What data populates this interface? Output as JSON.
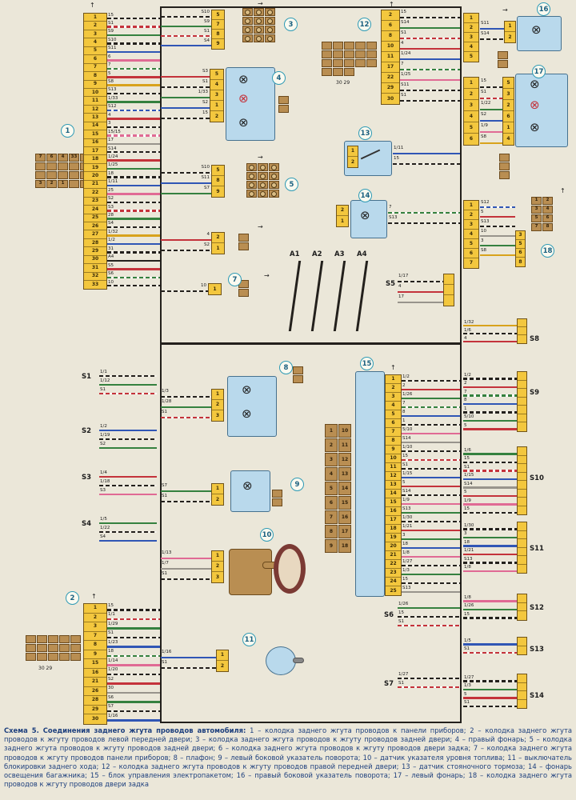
{
  "caption": {
    "title": "Схема 5. Соединения заднего жгута проводов автомобиля:",
    "legend": [
      "1 – колодка заднего жгута проводов к панели приборов;",
      "2 – колодка заднего жгута проводов к жгуту проводов левой передней двери;",
      "3 – колодка заднего жгута проводов к жгуту проводов задней двери;",
      "4 – правый фонарь;",
      "5 – колодка заднего жгута проводов к жгуту проводов задней двери;",
      "6 – колодка заднего жгута проводов к жгуту проводов двери задка;",
      "7 – колодка заднего жгута проводов к жгуту проводов панели приборов;",
      "8 – плафон;",
      "9 – левый боковой указатель поворота;",
      "10 – датчик указателя уровня топлива;",
      "11 – выключатель блокировки заднего хода;",
      "12 – колодка заднего жгута проводов к жгуту проводов правой передней двери;",
      "13 – датчик стояночного тормоза;",
      "14 – фонарь освещения багажника;",
      "15 – блок управления электропакетом;",
      "16 – правый боковой указатель поворота;",
      "17 – левый фонарь;",
      "18 – колодка заднего жгута проводов к жгуту проводов двери задка"
    ]
  },
  "labels": {
    "s1": "S1",
    "s2": "S2",
    "s3": "S3",
    "s4": "S4",
    "s5": "S5",
    "s6": "S6",
    "s7": "S7",
    "s8": "S8",
    "s9": "S9",
    "s10": "S10",
    "s11": "S11",
    "s12": "S12",
    "s13": "S13",
    "s14": "S14",
    "a1": "A1",
    "a2": "A2",
    "a3": "A3",
    "a4": "A4",
    "x2_pins": "30  29",
    "x2b_pins": "30  29"
  },
  "circles": {
    "c1": "1",
    "c2": "2",
    "c3": "3",
    "c4": "4",
    "c5": "5",
    "c7": "7",
    "c8": "8",
    "c9": "9",
    "c10": "10",
    "c11": "11",
    "c12": "12",
    "c13": "13",
    "c14": "14",
    "c15": "15",
    "c16": "16",
    "c17": "17",
    "c18": "18"
  },
  "icons": {
    "bulb": "⊗",
    "arrow_up": "↑",
    "arrow_right": "→"
  },
  "colors": {
    "connector_yellow": "#f3c73e",
    "connector_brown": "#b98e52",
    "component_blue": "#b9d9ec",
    "circle_accent": "#2e9ab5",
    "caption_text": "#1d3f7d",
    "wire_black": "#23201c",
    "wire_red": "#c4333b",
    "wire_green": "#35813f",
    "wire_blue": "#3056b5",
    "wire_pink": "#e06a94",
    "wire_yellow": "#d8a21c",
    "wire_gray": "#98948c"
  },
  "strips": {
    "s1": [
      "1",
      "2",
      "3",
      "4",
      "5",
      "6",
      "7",
      "8",
      "9",
      "10",
      "11",
      "12",
      "13",
      "14",
      "15",
      "16",
      "17",
      "18",
      "19",
      "20",
      "21",
      "22",
      "23",
      "24",
      "25",
      "26",
      "27",
      "28",
      "29",
      "30",
      "31",
      "32",
      "33"
    ],
    "s2": [
      "1",
      "2",
      "3",
      "7",
      "8",
      "9",
      "15",
      "16",
      "21",
      "26",
      "28",
      "29",
      "30"
    ],
    "s12": [
      "2",
      "6",
      "8",
      "10",
      "11",
      "17",
      "22",
      "29",
      "30"
    ],
    "s15": [
      "1",
      "2",
      "3",
      "4",
      "5",
      "6",
      "7",
      "8",
      "9",
      "10",
      "11",
      "12",
      "13",
      "14",
      "15",
      "16",
      "17",
      "18",
      "19",
      "20",
      "21",
      "22",
      "23",
      "24",
      "25"
    ],
    "s3c": [
      "5",
      "7",
      "8",
      "9"
    ],
    "s4c": [
      "5",
      "4",
      "3",
      "1",
      "2"
    ],
    "s5c": [
      "5",
      "8",
      "9"
    ],
    "s6c": [
      "2",
      "1"
    ],
    "s7c": [
      "1"
    ],
    "s8c": [
      "1",
      "2",
      "3"
    ],
    "s9c": [
      "1",
      "2"
    ],
    "s10c": [
      "1",
      "2",
      "3"
    ],
    "s11c": [
      "1",
      "2"
    ],
    "s13c": [
      "1",
      "2"
    ],
    "s14c": [
      "2",
      "1"
    ],
    "s16c": [
      "1",
      "2"
    ],
    "s17c": [
      "5",
      "3",
      "2",
      "6",
      "1",
      "4"
    ],
    "s18c": [
      "3",
      "5",
      "6",
      "8"
    ],
    "rs1": [
      "1",
      "2",
      "3",
      "4",
      "5"
    ],
    "rs2": [
      "1",
      "2",
      "3",
      "4",
      "5",
      "6"
    ],
    "rs3": [
      "1",
      "2",
      "3",
      "4",
      "5",
      "6",
      "7"
    ],
    "s5e": [
      "",
      "",
      ""
    ],
    "e8": [
      "",
      "",
      ""
    ],
    "e9": [
      "",
      "",
      "",
      "",
      "",
      "",
      ""
    ],
    "e10": [
      "",
      "",
      "",
      "",
      "",
      "",
      "",
      ""
    ],
    "e11": [
      "",
      "",
      "",
      "",
      "",
      ""
    ],
    "e12": [
      "",
      "",
      ""
    ],
    "e13": [
      "",
      ""
    ],
    "e14": [
      "",
      "",
      "",
      ""
    ]
  },
  "grids": {
    "x1": [
      "7",
      "6",
      "4",
      "33",
      "",
      "",
      "",
      "",
      "",
      "",
      "",
      "",
      "",
      "",
      "",
      "3",
      "2",
      "1",
      "",
      ""
    ],
    "x2": [
      "",
      "",
      "",
      "",
      "",
      "",
      "",
      "",
      "",
      "",
      "",
      "",
      "",
      "",
      "",
      "",
      "",
      ""
    ],
    "x2b": [
      "",
      "",
      "",
      "",
      "",
      "",
      "",
      "",
      "",
      "",
      "",
      "",
      "",
      "",
      ""
    ],
    "g3": [
      "",
      "",
      "",
      "",
      "",
      "",
      "",
      "",
      "",
      "",
      "",
      ""
    ],
    "g5": [
      "",
      "",
      "",
      "",
      "",
      "",
      "",
      "",
      "",
      "",
      "",
      ""
    ],
    "g15": [
      "1",
      "10",
      "2",
      "11",
      "3",
      "12",
      "4",
      "13",
      "5",
      "14",
      "6",
      "15",
      "7",
      "16",
      "8",
      "17",
      "9",
      "18"
    ],
    "g18": [
      "1",
      "2",
      "3",
      "4",
      "5",
      "6",
      "7",
      "8"
    ],
    "b2": [
      "",
      ""
    ],
    "b3": [
      "",
      "",
      ""
    ]
  },
  "wires": {
    "w1": [
      [
        "15",
        "bw"
      ],
      [
        "S1",
        "rw"
      ],
      [
        "S9",
        "gn"
      ],
      [
        "S10",
        "bw"
      ],
      [
        "S11",
        "bl"
      ],
      [
        "6",
        "pk"
      ],
      [
        "7",
        "gw"
      ],
      [
        "5",
        "rd"
      ],
      [
        "S8",
        "yl"
      ],
      [
        "S13",
        "bw"
      ],
      [
        "1/33",
        "gn"
      ],
      [
        "S12",
        "blw"
      ],
      [
        "4",
        "rd"
      ],
      [
        "3",
        "bw"
      ],
      [
        "15/15",
        "pw"
      ],
      [
        "17",
        "gy"
      ],
      [
        "S14",
        "bw"
      ],
      [
        "1/24",
        "rd"
      ],
      [
        "1/25",
        "gn"
      ],
      [
        "18",
        "bw"
      ],
      [
        "1/11",
        "bl"
      ],
      [
        "25",
        "pk"
      ],
      [
        "S2",
        "bw"
      ],
      [
        "S3",
        "rw"
      ],
      [
        "28",
        "gn"
      ],
      [
        "S4",
        "bw"
      ],
      [
        "1/32",
        "yl"
      ],
      [
        "1/2",
        "bl"
      ],
      [
        "31",
        "bw"
      ],
      [
        "A4",
        "bk"
      ],
      [
        "S5",
        "rd"
      ],
      [
        "S6",
        "gw"
      ],
      [
        "10",
        "bw"
      ]
    ],
    "w2": [
      [
        "S10",
        "bw"
      ],
      [
        "S9",
        "gn"
      ],
      [
        "S1",
        "rw"
      ],
      [
        "S4",
        "bl"
      ]
    ],
    "w3": [
      [
        "S3",
        "rd"
      ],
      [
        "S1",
        "bw"
      ],
      [
        "1/33",
        "gn"
      ],
      [
        "S2",
        "bl"
      ],
      [
        "15",
        "bw"
      ]
    ],
    "w4": [
      [
        "S10",
        "bw"
      ],
      [
        "S11",
        "bl"
      ],
      [
        "S7",
        "gn"
      ]
    ],
    "w5": [
      [
        "4",
        "rd"
      ],
      [
        "S2",
        "bw"
      ]
    ],
    "w6": [
      [
        "10",
        "bw"
      ]
    ],
    "w12": [
      [
        "15",
        "bw"
      ],
      [
        "S14",
        "gn"
      ],
      [
        "S1",
        "rw"
      ],
      [
        "4",
        "rd"
      ],
      [
        "1/24",
        "bl"
      ],
      [
        "7",
        "gw"
      ],
      [
        "1/25",
        "pk"
      ],
      [
        "S11",
        "bw"
      ],
      [
        "S1",
        "bw"
      ]
    ],
    "w13": [
      [
        "1/11",
        "bl"
      ],
      [
        "15",
        "bw"
      ]
    ],
    "w14": [
      [
        "7",
        "gw"
      ],
      [
        "S13",
        "bw"
      ]
    ],
    "w5b": [
      [
        "1/17",
        "bw"
      ],
      [
        "4",
        "rd"
      ],
      [
        "17",
        "gy"
      ]
    ],
    "w16": [
      [
        "S11",
        "bl"
      ],
      [
        "S14",
        "bw"
      ]
    ],
    "w17": [
      [
        "15",
        "bw"
      ],
      [
        "S1",
        "rw"
      ],
      [
        "1/22",
        "gn"
      ],
      [
        "S2",
        "bl"
      ],
      [
        "1/9",
        "pk"
      ],
      [
        "S8",
        "yl"
      ]
    ],
    "w18": [
      [
        "S12",
        "blw"
      ],
      [
        "5",
        "rd"
      ],
      [
        "S13",
        "bw"
      ],
      [
        "10",
        "gy"
      ],
      [
        "3",
        "gn"
      ],
      [
        "S8",
        "yl"
      ]
    ],
    "ws8": [
      [
        "1/32",
        "yl"
      ],
      [
        "1/6",
        "bw"
      ],
      [
        "4",
        "rd"
      ]
    ],
    "ws9": [
      [
        "1/2",
        "bw"
      ],
      [
        "2",
        "rd"
      ],
      [
        "7",
        "gw"
      ],
      [
        "8",
        "bl"
      ],
      [
        "1",
        "bw"
      ],
      [
        "5/10",
        "gn"
      ],
      [
        "5",
        "rd"
      ]
    ],
    "ws10": [
      [
        "1/6",
        "gn"
      ],
      [
        "15",
        "bw"
      ],
      [
        "S1",
        "rw"
      ],
      [
        "1/15",
        "bl"
      ],
      [
        "S14",
        "gy"
      ],
      [
        "5",
        "rd"
      ],
      [
        "1/9",
        "pk"
      ],
      [
        "15",
        "bw"
      ]
    ],
    "ws11": [
      [
        "1/30",
        "bw"
      ],
      [
        "3",
        "gn"
      ],
      [
        "18",
        "bl"
      ],
      [
        "1/21",
        "rd"
      ],
      [
        "S13",
        "bw"
      ],
      [
        "1/8",
        "pk"
      ]
    ],
    "ws12": [
      [
        "1/8",
        "pk"
      ],
      [
        "1/26",
        "gn"
      ],
      [
        "15",
        "bw"
      ]
    ],
    "ws13": [
      [
        "1/5",
        "bl"
      ],
      [
        "S1",
        "rw"
      ]
    ],
    "ws14": [
      [
        "1/27",
        "bw"
      ],
      [
        "1/3",
        "gn"
      ],
      [
        "5",
        "rd"
      ],
      [
        "S1",
        "bw"
      ]
    ],
    "ws6": [
      [
        "1/26",
        "gn"
      ],
      [
        "15",
        "bw"
      ],
      [
        "S1",
        "rw"
      ]
    ],
    "ws7": [
      [
        "1/27",
        "bw"
      ],
      [
        "S1",
        "rw"
      ]
    ],
    "wsl1": [
      [
        "1/1",
        "bw"
      ],
      [
        "1/12",
        "gn"
      ],
      [
        "S1",
        "rw"
      ]
    ],
    "wsl2": [
      [
        "1/2",
        "bl"
      ],
      [
        "1/19",
        "bw"
      ],
      [
        "S2",
        "gn"
      ]
    ],
    "wsl3": [
      [
        "1/4",
        "rd"
      ],
      [
        "1/18",
        "bw"
      ],
      [
        "S3",
        "pk"
      ]
    ],
    "wsl4": [
      [
        "1/5",
        "gn"
      ],
      [
        "1/22",
        "bw"
      ],
      [
        "S4",
        "bl"
      ]
    ],
    "w2b": [
      [
        "15",
        "bw"
      ],
      [
        "1/1",
        "rw"
      ],
      [
        "1/29",
        "gn"
      ],
      [
        "S1",
        "bw"
      ],
      [
        "1/23",
        "bl"
      ],
      [
        "18",
        "gw"
      ],
      [
        "1/14",
        "pk"
      ],
      [
        "1/20",
        "bw"
      ],
      [
        "S2",
        "rd"
      ],
      [
        "30",
        "gy"
      ],
      [
        "S6",
        "gn"
      ],
      [
        "S7",
        "bw"
      ],
      [
        "1/16",
        "bl"
      ]
    ],
    "w8": [
      [
        "1/3",
        "bw"
      ],
      [
        "1/28",
        "gn"
      ],
      [
        "S1",
        "rw"
      ]
    ],
    "w9": [
      [
        "S7",
        "gn"
      ],
      [
        "S1",
        "bw"
      ]
    ],
    "w10": [
      [
        "1/13",
        "pk"
      ],
      [
        "1/7",
        "gy"
      ],
      [
        "S1",
        "bw"
      ]
    ],
    "w11": [
      [
        "1/16",
        "bl"
      ],
      [
        "S1",
        "bw"
      ]
    ],
    "w15": [
      [
        "1/2",
        "bw"
      ],
      [
        "2",
        "rd"
      ],
      [
        "1/26",
        "gn"
      ],
      [
        "7",
        "gw"
      ],
      [
        "8",
        "bl"
      ],
      [
        "1",
        "bw"
      ],
      [
        "5/10",
        "pk"
      ],
      [
        "S14",
        "gy"
      ],
      [
        "1/10",
        "bw"
      ],
      [
        "15",
        "rw"
      ],
      [
        "S1",
        "bw"
      ],
      [
        "1/15",
        "bl"
      ],
      [
        "5",
        "rd"
      ],
      [
        "S14",
        "bw"
      ],
      [
        "1/9",
        "pk"
      ],
      [
        "S13",
        "gn"
      ],
      [
        "1/30",
        "bw"
      ],
      [
        "1/21",
        "rd"
      ],
      [
        "3",
        "gn"
      ],
      [
        "18",
        "bl"
      ],
      [
        "1/8",
        "pk"
      ],
      [
        "1/27",
        "bw"
      ],
      [
        "1/3",
        "gn"
      ],
      [
        "15",
        "bw"
      ],
      [
        "S13",
        "gy"
      ]
    ]
  }
}
